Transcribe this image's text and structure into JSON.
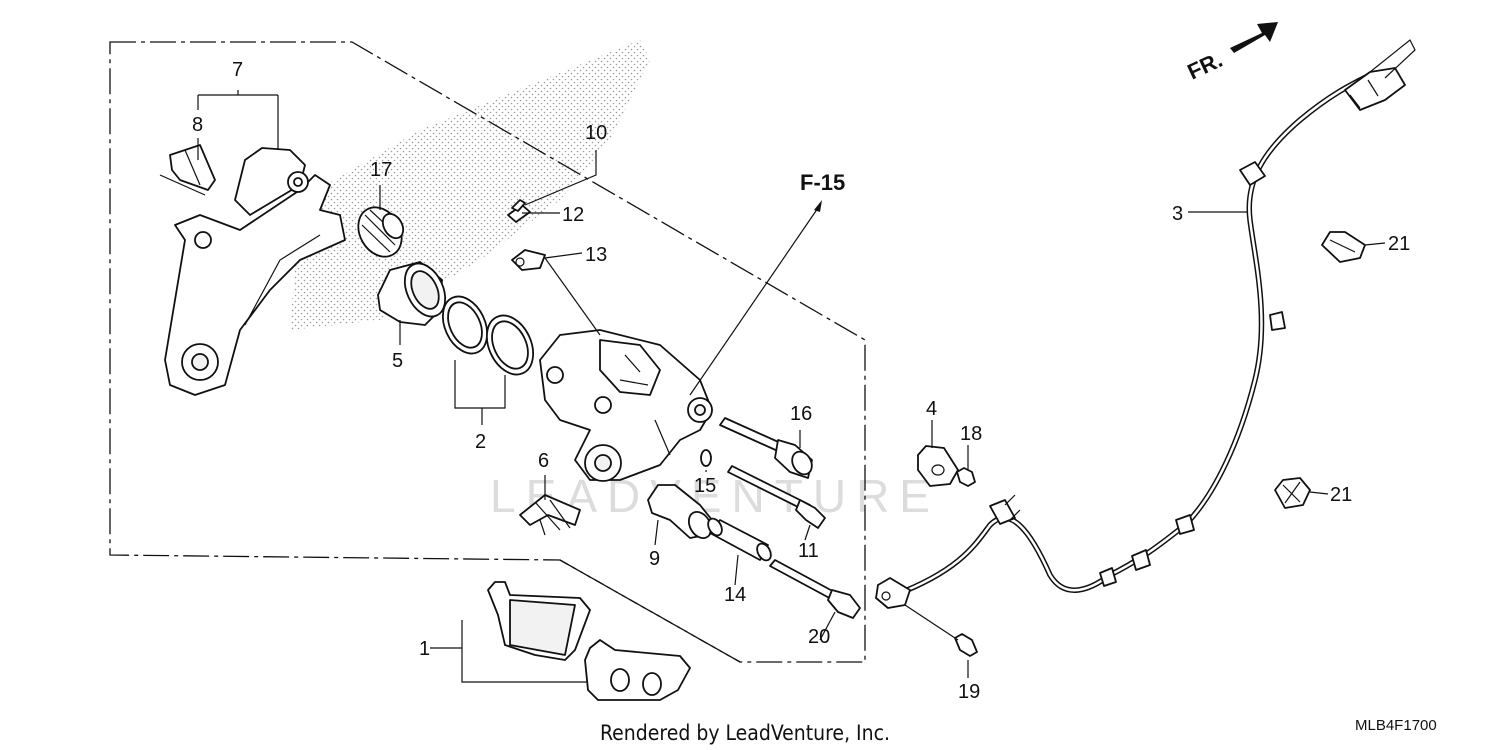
{
  "diagram": {
    "reference": "F-15",
    "direction_marker": "FR.",
    "diagram_code": "MLB4F1700",
    "footer_credit": "Rendered by LeadVenture, Inc.",
    "watermark": "LEADVENTURE",
    "callouts": [
      {
        "id": "1",
        "label": "1"
      },
      {
        "id": "2",
        "label": "2"
      },
      {
        "id": "3",
        "label": "3"
      },
      {
        "id": "4",
        "label": "4"
      },
      {
        "id": "5",
        "label": "5"
      },
      {
        "id": "6",
        "label": "6"
      },
      {
        "id": "7",
        "label": "7"
      },
      {
        "id": "8",
        "label": "8"
      },
      {
        "id": "9",
        "label": "9"
      },
      {
        "id": "10",
        "label": "10"
      },
      {
        "id": "11",
        "label": "11"
      },
      {
        "id": "12",
        "label": "12"
      },
      {
        "id": "13",
        "label": "13"
      },
      {
        "id": "14",
        "label": "14"
      },
      {
        "id": "15",
        "label": "15"
      },
      {
        "id": "16",
        "label": "16"
      },
      {
        "id": "17",
        "label": "17"
      },
      {
        "id": "18",
        "label": "18"
      },
      {
        "id": "19",
        "label": "19"
      },
      {
        "id": "20",
        "label": "20"
      },
      {
        "id": "21a",
        "label": "21"
      },
      {
        "id": "21b",
        "label": "21"
      }
    ]
  }
}
